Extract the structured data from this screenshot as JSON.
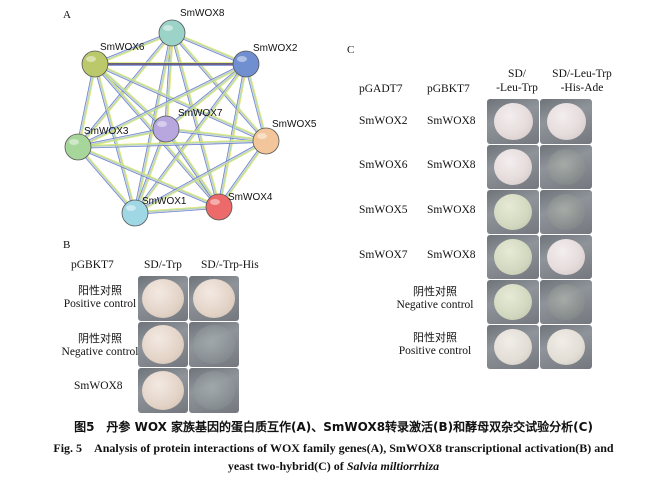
{
  "panel_a": {
    "label": "A",
    "nodes": [
      {
        "id": "SmWOX8",
        "color": "#9bd3c9"
      },
      {
        "id": "SmWOX6",
        "color": "#bcc96a"
      },
      {
        "id": "SmWOX2",
        "color": "#6f8fd0"
      },
      {
        "id": "SmWOX7",
        "color": "#b7a7de"
      },
      {
        "id": "SmWOX3",
        "color": "#a7d69b"
      },
      {
        "id": "SmWOX5",
        "color": "#f2c69a"
      },
      {
        "id": "SmWOX1",
        "color": "#9fd8e4"
      },
      {
        "id": "SmWOX4",
        "color": "#ec6a6a"
      }
    ]
  },
  "panel_b": {
    "label": "B",
    "col_bait": "pGBKT7",
    "col_sd1": "SD/-Trp",
    "col_sd2": "SD/-Trp-His",
    "rows": [
      {
        "label_cn": "阳性对照",
        "label_en": "Positive control"
      },
      {
        "label_cn": "阴性对照",
        "label_en": "Negative control"
      },
      {
        "label": "SmWOX8"
      }
    ]
  },
  "panel_c": {
    "label": "C",
    "col_prey": "pGADT7",
    "col_bait": "pGBKT7",
    "col_sd1_l1": "SD/",
    "col_sd1_l2": "-Leu-Trp",
    "col_sd2_l1": "SD/-Leu-Trp",
    "col_sd2_l2": "-His-Ade",
    "rows": [
      {
        "prey": "SmWOX2",
        "bait": "SmWOX8"
      },
      {
        "prey": "SmWOX6",
        "bait": "SmWOX8"
      },
      {
        "prey": "SmWOX5",
        "bait": "SmWOX8"
      },
      {
        "prey": "SmWOX7",
        "bait": "SmWOX8"
      },
      {
        "label_cn": "阴性对照",
        "label_en": "Negative control"
      },
      {
        "label_cn": "阳性对照",
        "label_en": "Positive control"
      }
    ]
  },
  "caption": {
    "cn": "图5　丹参 WOX 家族基因的蛋白质互作(A)、SmWOX8转录激活(B)和酵母双杂交试验分析(C)",
    "en_line1": "Fig. 5　Analysis of protein interactions of WOX family genes(A), SmWOX8 transcriptional activation(B) and",
    "en_line2_pre": "yeast two-hybrid(C) of ",
    "en_line2_species": "Salvia miltiorrhiza"
  }
}
